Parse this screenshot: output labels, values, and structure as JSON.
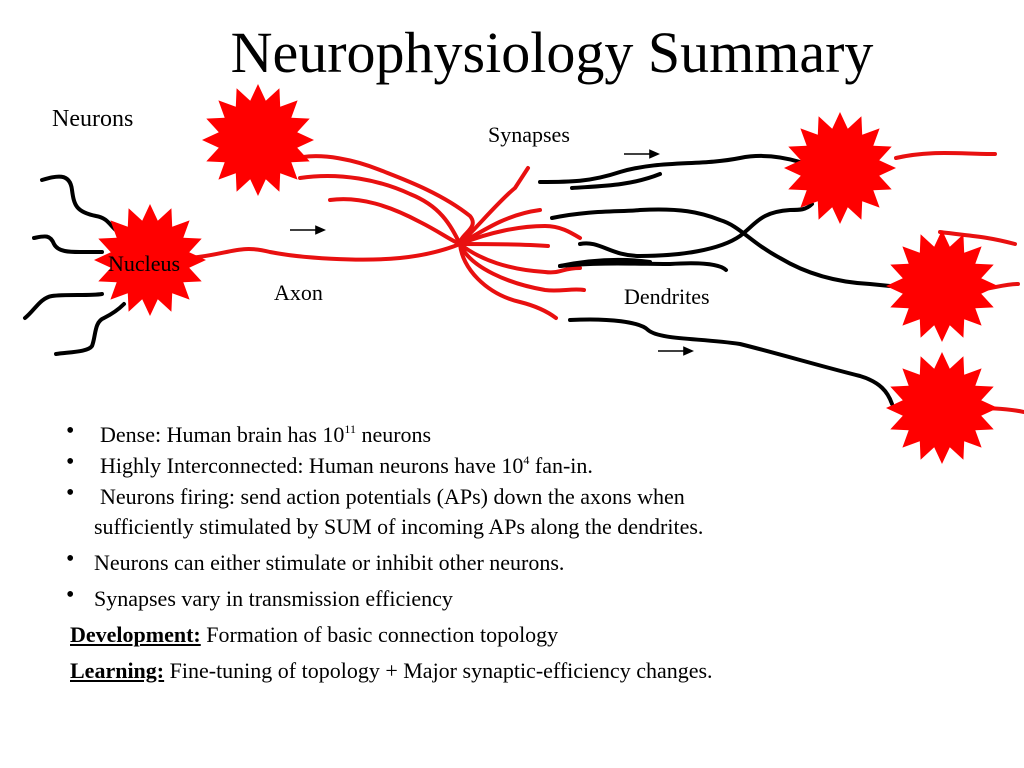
{
  "slide": {
    "title": "Neurophysiology Summary"
  },
  "diagram": {
    "labels": {
      "neurons": "Neurons",
      "synapses": "Synapses",
      "nucleus": "Nucleus",
      "axon": "Axon",
      "dendrites": "Dendrites"
    },
    "colors": {
      "neuron_body": "#ff0000",
      "axon": "#e81010",
      "dendrite": "#000000"
    }
  },
  "bullets": [
    {
      "prefix": "Dense:  Human brain has 10",
      "sup": "11",
      "suffix": " neurons"
    },
    {
      "prefix": "Highly Interconnected:  Human neurons have 10",
      "sup": "4",
      "suffix": " fan-in."
    },
    {
      "line1": "Neurons firing: send action potentials  (APs) down the axons when",
      "line2": "sufficiently stimulated by  SUM of incoming APs along the dendrites."
    },
    {
      "text": "Neurons can either stimulate or inhibit other neurons."
    },
    {
      "text": "Synapses vary in transmission efficiency"
    }
  ],
  "definitions": {
    "development": {
      "term": "Development:",
      "text": " Formation of basic connection topology"
    },
    "learning": {
      "term": "Learning:",
      "text": " Fine-tuning of topology + Major synaptic-efficiency changes."
    }
  }
}
